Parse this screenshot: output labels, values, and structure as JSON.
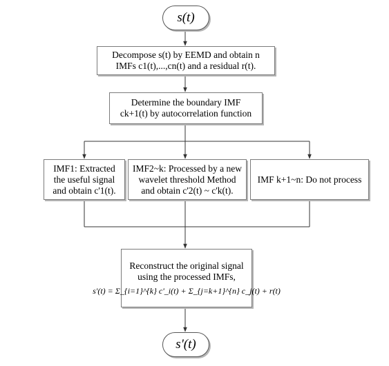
{
  "start": "s(t)",
  "end": "s'(t)",
  "step1": {
    "line1": "Decompose s(t) by EEMD and obtain n",
    "line2": "IMFs c1(t),...,cn(t) and a residual r(t)."
  },
  "step2": {
    "line1": "Determine the boundary IMF",
    "line2": "ck+1(t) by autocorrelation function"
  },
  "branch1": {
    "line1": "IMF1: Extracted",
    "line2": "the useful signal",
    "line3": "and obtain c'1(t)."
  },
  "branch2": {
    "line1": "IMF2~k: Processed by a new",
    "line2": "wavelet threshold Method",
    "line3": "and obtain c'2(t) ~ c'k(t)."
  },
  "branch3": {
    "line1": "IMF k+1~n: Do not process"
  },
  "step3": {
    "line1": "Reconstruct the original signal",
    "line2": "using the processed IMFs,",
    "formula": "s'(t) = Σ_{i=1}^{k} c'_i(t) + Σ_{j=k+1}^{n} c_j(t) + r(t)"
  }
}
